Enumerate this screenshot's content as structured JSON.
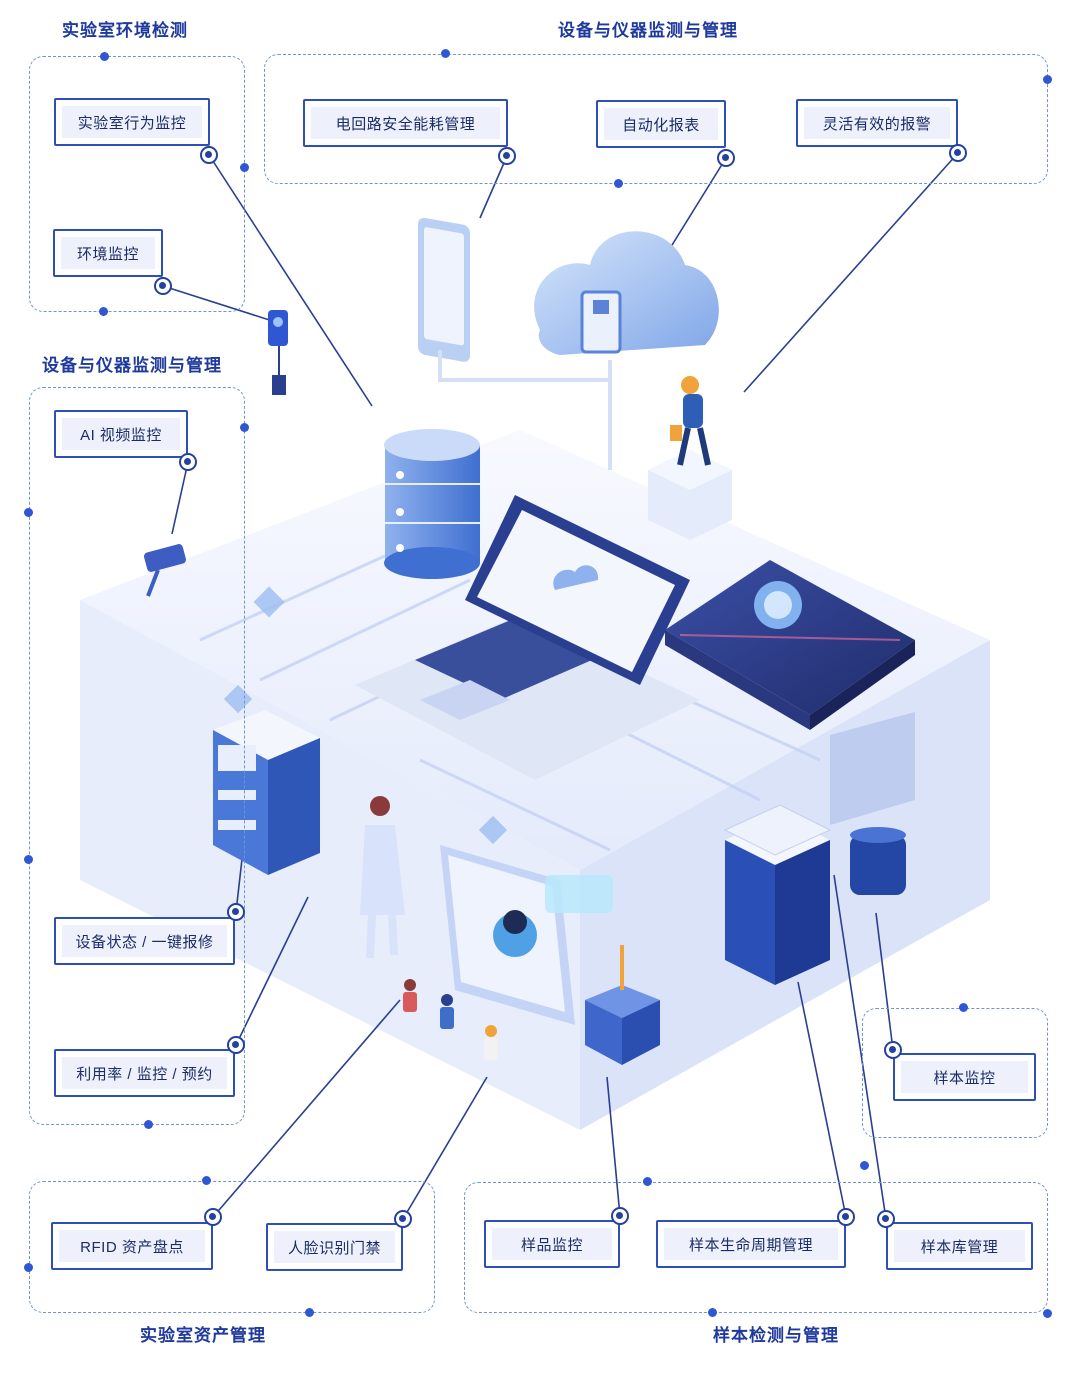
{
  "groups": {
    "env_title": "实验室环境检测",
    "device_top_title": "设备与仪器监测与管理",
    "device_left_title": "设备与仪器监测与管理",
    "asset_title": "实验室资产管理",
    "sample_title": "样本检测与管理"
  },
  "labels": {
    "behavior": "实验室行为监控",
    "env_monitor": "环境监控",
    "circuit": "电回路安全能耗管理",
    "auto_report": "自动化报表",
    "alarm": "灵活有效的报警",
    "ai_video": "AI 视频监控",
    "device_status": "设备状态 / 一键报修",
    "utilization": "利用率 / 监控 / 预约",
    "rfid": "RFID 资产盘点",
    "face": "人脸识别门禁",
    "goods_monitor": "样品监控",
    "lifecycle": "样本生命周期管理",
    "library": "样本库管理",
    "sample_monitor": "样本监控"
  },
  "colors": {
    "title": "#1f3a9c",
    "box_border": "#2e4fb8",
    "dashed": "#6f93d8",
    "line": "#2a3f8f",
    "accent_light": "#cfdcf7",
    "accent_mid": "#7fa4e8",
    "accent_dark": "#2a3f8f"
  }
}
